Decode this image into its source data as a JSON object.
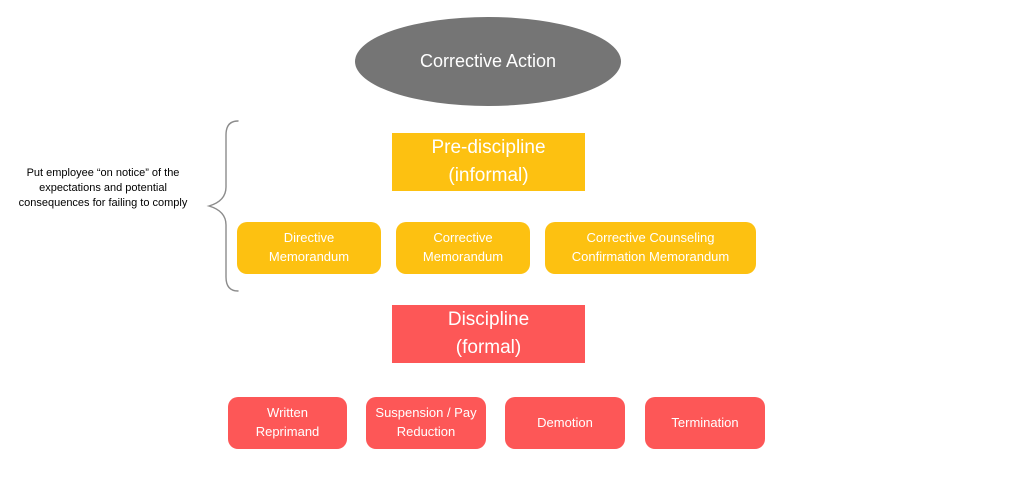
{
  "colors": {
    "root_node_bg": "#757575",
    "informal_bg": "#FDC111",
    "formal_bg": "#FD5757",
    "node_text": "#FFFFFF",
    "annotation_text": "#000000",
    "brace_stroke": "#8C8C8C",
    "background": "#FFFFFF"
  },
  "root_node": {
    "label": "Corrective Action"
  },
  "annotation": {
    "text": "Put employee “on notice” of the expectations and potential consequences for failing to comply"
  },
  "informal_section": {
    "header_label": "Pre-discipline\n(informal)",
    "items": [
      {
        "label": "Directive Memorandum"
      },
      {
        "label": "Corrective Memorandum"
      },
      {
        "label": "Corrective Counseling Confirmation Memorandum"
      }
    ]
  },
  "formal_section": {
    "header_label": "Discipline\n(formal)",
    "items": [
      {
        "label": "Written Reprimand"
      },
      {
        "label": "Suspension / Pay Reduction"
      },
      {
        "label": "Demotion"
      },
      {
        "label": "Termination"
      }
    ]
  }
}
